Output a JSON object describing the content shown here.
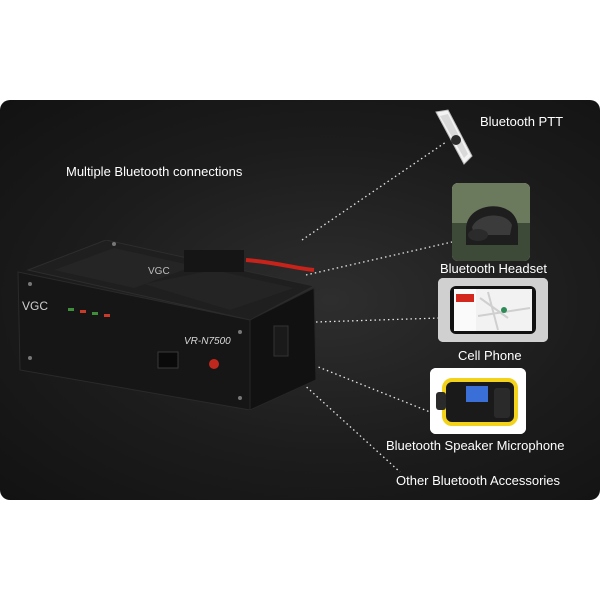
{
  "title": "Multiple Bluetooth connections",
  "device": {
    "brand": "VGC",
    "model": "VR-N7500"
  },
  "accessories": [
    {
      "label": "Bluetooth PTT",
      "icon": "bluetooth-ptt-icon"
    },
    {
      "label": "Bluetooth Headset",
      "icon": "helmet-headset-icon"
    },
    {
      "label": "Cell Phone",
      "icon": "cell-phone-icon"
    },
    {
      "label": "Bluetooth Speaker Microphone",
      "icon": "speaker-microphone-icon"
    },
    {
      "label": "Other Bluetooth Accessories",
      "icon": ""
    }
  ],
  "colors": {
    "background": "#1c1c1c",
    "text": "#ffffff",
    "accent_yellow": "#f2d21b",
    "accent_red": "#d2281e"
  }
}
